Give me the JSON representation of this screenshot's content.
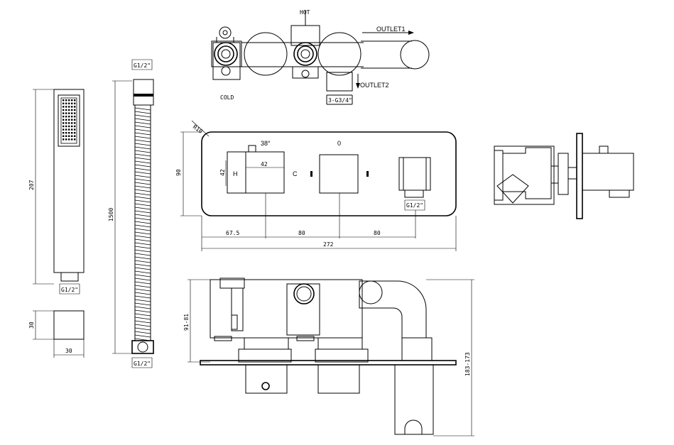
{
  "labels": {
    "hot": "HOT",
    "cold": "COLD",
    "outlet1": "OUTLET1",
    "outlet2": "OUTLET2",
    "thread_outlet": "3-G3/4\"",
    "thread_half": "G1/2\"",
    "radius": "R10",
    "temp": "38°",
    "zero": "0",
    "h": "H",
    "c": "C"
  },
  "dimensions": {
    "panel_height": "90",
    "handle_height": "42",
    "handle_width": "42",
    "spacing_a": "67.5",
    "spacing_b": "80",
    "spacing_c": "80",
    "panel_width": "272",
    "shower_length": "207",
    "hose_length": "1500",
    "holder_h": "30",
    "holder_w": "30",
    "depth_range": "91-81",
    "total_depth": "183-173"
  }
}
